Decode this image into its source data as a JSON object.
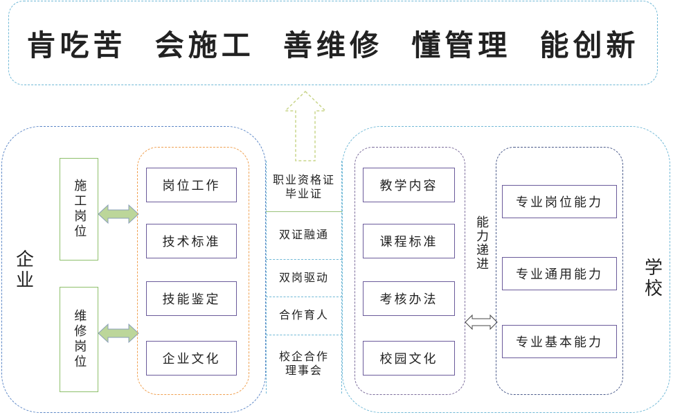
{
  "banner": {
    "title": "肯吃苦  会施工  善维修  懂管理  能创新"
  },
  "enterprise": {
    "label": "企业",
    "posts": [
      "施工岗位",
      "维修岗位"
    ],
    "items": [
      "岗位工作",
      "技术标准",
      "技能鉴定",
      "企业文化"
    ]
  },
  "middle": {
    "items": [
      "职业资格证\n毕业证",
      "双证融通",
      "双岗驱动",
      "合作育人",
      "校企合作\n理事会"
    ]
  },
  "school": {
    "label": "学校",
    "items": [
      "教学内容",
      "课程标准",
      "考核办法",
      "校园文化"
    ],
    "progression_label": "能力递进",
    "abilities": [
      "专业岗位能力",
      "专业通用能力",
      "专业基本能力"
    ]
  },
  "colors": {
    "green_arrow_fill": "#bcd69a",
    "green_arrow_stroke": "#8a9fb8",
    "up_arrow_stroke": "#c9d58a"
  }
}
